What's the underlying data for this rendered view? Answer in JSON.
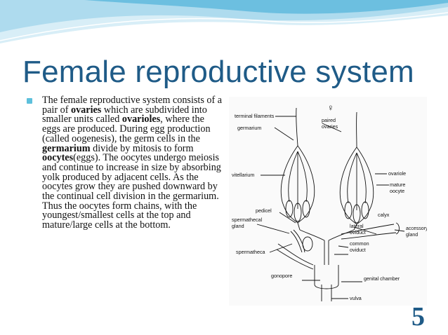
{
  "slide": {
    "title": "Female reproductive system",
    "page_number": "5",
    "colors": {
      "title": "#1f5b87",
      "bullet": "#5dc0dc",
      "wave_light": "#d8eef7",
      "wave_mid": "#aedbee",
      "wave_dark": "#6cbfe0"
    }
  },
  "bullet": {
    "t1": "The female reproductive system consists of a pair of ",
    "b1": "ovaries",
    "t2": " which are subdivided into smaller units called ",
    "b2": "ovarioles",
    "t3": ", where the eggs are produced. During egg production (called oogenesis), the germ cells in the ",
    "b3": "germarium",
    "t4": " divide by mitosis to form ",
    "b4": "oocytes",
    "t5": "(eggs). The oocytes undergo meiosis and continue to increase in size by absorbing yolk produced by adjacent cells. As the oocytes grow they are pushed downward by the continual cell division in the germarium. Thus the oocytes form chains, with the youngest/smallest cells at the top and mature/large cells at the bottom."
  },
  "figure": {
    "symbol": "♀",
    "labels": {
      "terminal_filaments": "terminal filaments",
      "germarium": "germarium",
      "paired": "paired",
      "ovaries": "ovaries",
      "vitellarium": "vitellarium",
      "ovariole": "ovariole",
      "mature": "mature",
      "oocyte": "oocyte",
      "pedicel": "pedicel",
      "calyx": "calyx",
      "spermathecal": "spermathecal",
      "gland": "gland",
      "lateral": "lateral",
      "oviduct": "oviduct",
      "accessory": "accessory",
      "accessory_gland": "gland",
      "common": "common",
      "common_oviduct": "oviduct",
      "spermatheca": "spermatheca",
      "gonopore": "gonopore",
      "genital_chamber": "genital chamber",
      "vulva": "vulva"
    }
  }
}
